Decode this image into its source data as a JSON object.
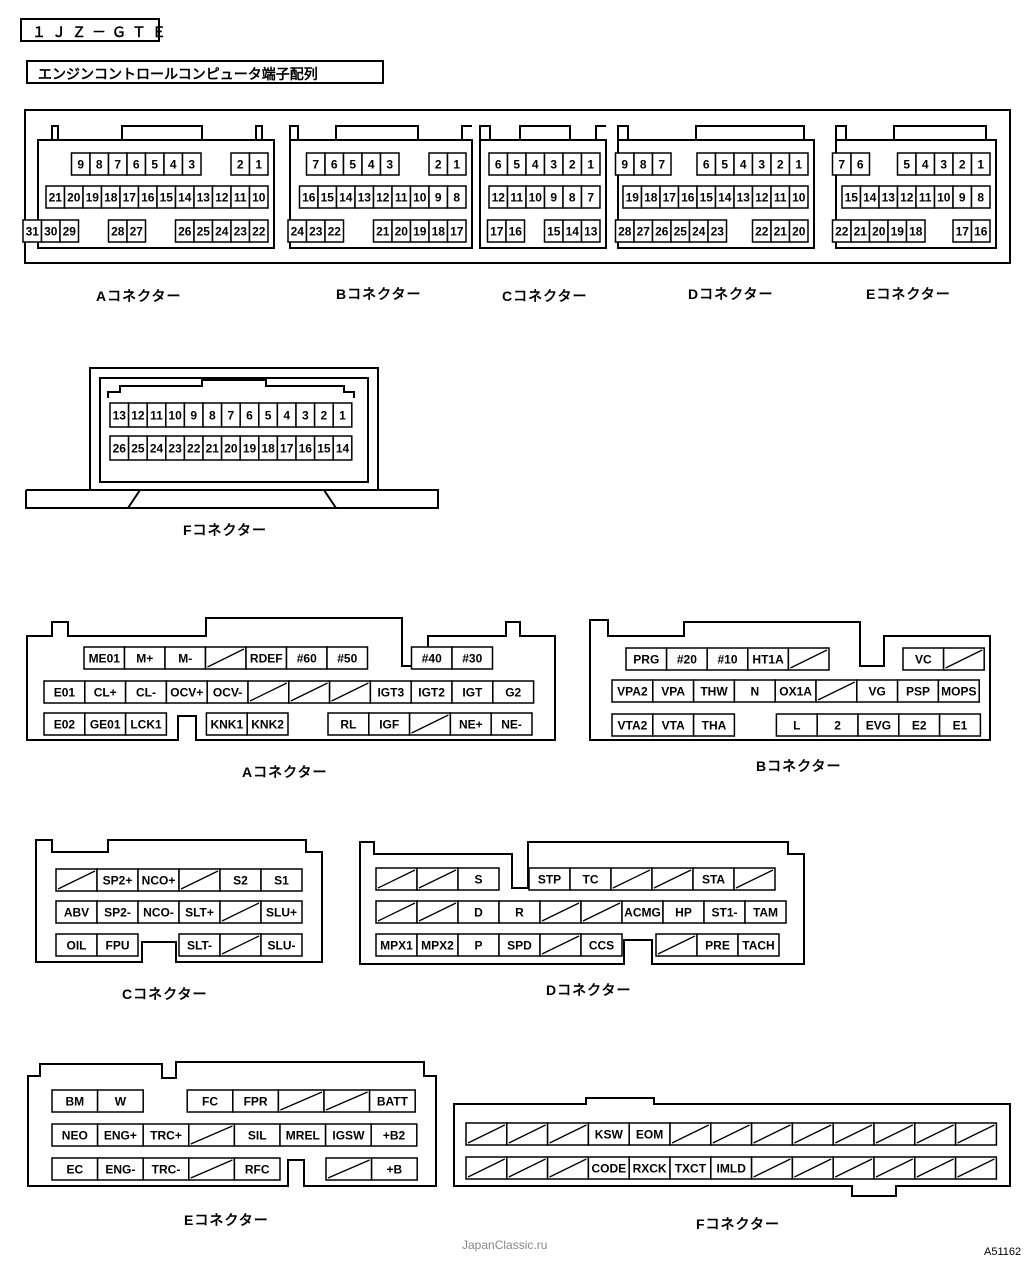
{
  "header": {
    "engine_code": "１ＪＺ－ＧＴＥ",
    "subtitle": "エンジンコントロールコンピュータ端子配列"
  },
  "connectors_top": [
    {
      "id": "A",
      "label": "Aコネクター",
      "rows": [
        [
          "9",
          "8",
          "7",
          "6",
          "5",
          "4",
          "3",
          "",
          "2",
          "1"
        ],
        [
          "21",
          "20",
          "19",
          "18",
          "17",
          "16",
          "15",
          "14",
          "13",
          "12",
          "11",
          "10"
        ],
        [
          "31",
          "30",
          "29",
          "",
          "28",
          "27",
          "",
          "26",
          "25",
          "24",
          "23",
          "22"
        ]
      ]
    },
    {
      "id": "B",
      "label": "Bコネクター",
      "rows": [
        [
          "7",
          "6",
          "5",
          "4",
          "3",
          "",
          "2",
          "1"
        ],
        [
          "16",
          "15",
          "14",
          "13",
          "12",
          "11",
          "10",
          "9",
          "8"
        ],
        [
          "24",
          "23",
          "22",
          "",
          "21",
          "20",
          "19",
          "18",
          "17"
        ]
      ]
    },
    {
      "id": "C",
      "label": "Cコネクター",
      "rows": [
        [
          "6",
          "5",
          "4",
          "3",
          "2",
          "1"
        ],
        [
          "12",
          "11",
          "10",
          "9",
          "8",
          "7"
        ],
        [
          "17",
          "16",
          "",
          "15",
          "14",
          "13"
        ]
      ]
    },
    {
      "id": "D",
      "label": "Dコネクター",
      "rows": [
        [
          "9",
          "8",
          "7",
          "",
          "6",
          "5",
          "4",
          "3",
          "2",
          "1"
        ],
        [
          "19",
          "18",
          "17",
          "16",
          "15",
          "14",
          "13",
          "12",
          "11",
          "10"
        ],
        [
          "28",
          "27",
          "26",
          "25",
          "24",
          "23",
          "",
          "22",
          "21",
          "20"
        ]
      ]
    },
    {
      "id": "E",
      "label": "Eコネクター",
      "rows": [
        [
          "7",
          "6",
          "",
          "5",
          "4",
          "3",
          "2",
          "1"
        ],
        [
          "15",
          "14",
          "13",
          "12",
          "11",
          "10",
          "9",
          "8"
        ],
        [
          "22",
          "21",
          "20",
          "19",
          "18",
          "",
          "17",
          "16"
        ]
      ]
    }
  ],
  "connector_f_pins": {
    "label": "Fコネクター",
    "rows": [
      [
        "13",
        "12",
        "11",
        "10",
        "9",
        "8",
        "7",
        "6",
        "5",
        "4",
        "3",
        "2",
        "1"
      ],
      [
        "26",
        "25",
        "24",
        "23",
        "22",
        "21",
        "20",
        "19",
        "18",
        "17",
        "16",
        "15",
        "14"
      ]
    ]
  },
  "signals": [
    {
      "id": "A",
      "label": "Aコネクター",
      "rows": [
        [
          "ME01",
          "M+",
          "M-",
          "/",
          "RDEF",
          "#60",
          "#50",
          "",
          "#40",
          "#30"
        ],
        [
          "E01",
          "CL+",
          "CL-",
          "OCV+",
          "OCV-",
          "/",
          "/",
          "/",
          "IGT3",
          "IGT2",
          "IGT",
          "G2"
        ],
        [
          "E02",
          "GE01",
          "LCK1",
          "",
          "KNK1",
          "KNK2",
          "",
          "RL",
          "IGF",
          "/",
          "NE+",
          "NE-"
        ]
      ]
    },
    {
      "id": "B",
      "label": "Bコネクター",
      "rows": [
        [
          "PRG",
          "#20",
          "#10",
          "HT1A",
          "/",
          "",
          "VC",
          "/"
        ],
        [
          "VPA2",
          "VPA",
          "THW",
          "N",
          "OX1A",
          "/",
          "VG",
          "PSP",
          "MOPS"
        ],
        [
          "VTA2",
          "VTA",
          "THA",
          "",
          "L",
          "2",
          "EVG",
          "E2",
          "E1"
        ]
      ]
    },
    {
      "id": "C",
      "label": "Cコネクター",
      "rows": [
        [
          "/",
          "SP2+",
          "NCO+",
          "/",
          "S2",
          "S1"
        ],
        [
          "ABV",
          "SP2-",
          "NCO-",
          "SLT+",
          "/",
          "SLU+"
        ],
        [
          "OIL",
          "FPU",
          "",
          "SLT-",
          "/",
          "SLU-"
        ]
      ]
    },
    {
      "id": "D",
      "label": "Dコネクター",
      "rows": [
        [
          "/",
          "/",
          "S",
          "",
          "STP",
          "TC",
          "/",
          "/",
          "STA",
          "/"
        ],
        [
          "/",
          "/",
          "D",
          "R",
          "/",
          "/",
          "ACMG",
          "HP",
          "ST1-",
          "TAM"
        ],
        [
          "MPX1",
          "MPX2",
          "P",
          "SPD",
          "/",
          "CCS",
          "",
          "/",
          "PRE",
          "TACH"
        ]
      ]
    },
    {
      "id": "E",
      "label": "Eコネクター",
      "rows": [
        [
          "BM",
          "W",
          "",
          "FC",
          "FPR",
          "/",
          "/",
          "BATT"
        ],
        [
          "NEO",
          "ENG+",
          "TRC+",
          "/",
          "SIL",
          "MREL",
          "IGSW",
          "+B2"
        ],
        [
          "EC",
          "ENG-",
          "TRC-",
          "/",
          "RFC",
          "",
          "/",
          "+B"
        ]
      ]
    },
    {
      "id": "F",
      "label": "Fコネクター",
      "rows": [
        [
          "/",
          "/",
          "/",
          "KSW",
          "EOM",
          "/",
          "/",
          "/",
          "/",
          "/",
          "/",
          "/",
          "/"
        ],
        [
          "/",
          "/",
          "/",
          "CODE",
          "RXCK",
          "TXCT",
          "IMLD",
          "/",
          "/",
          "/",
          "/",
          "/",
          "/"
        ]
      ]
    }
  ],
  "footer": {
    "watermark": "JapanClassic.ru",
    "figure_code": "A51162"
  }
}
